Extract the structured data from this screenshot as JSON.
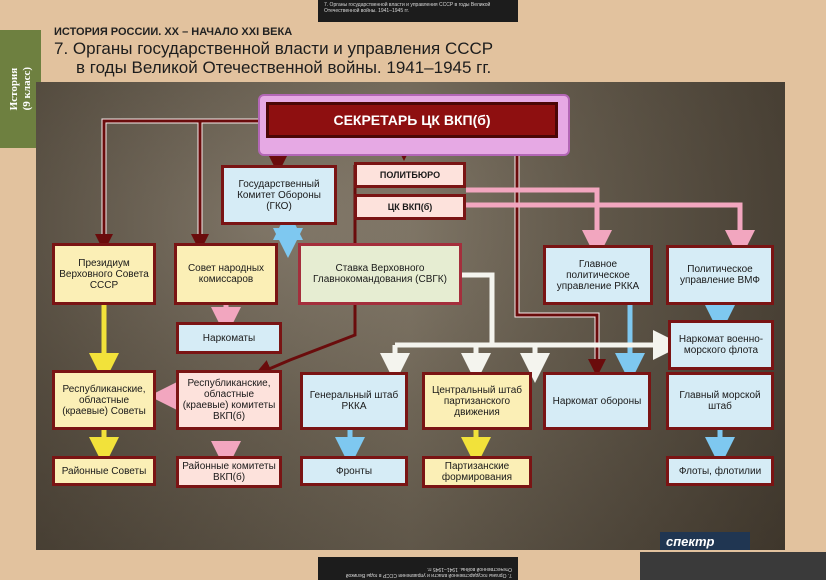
{
  "sidebar": {
    "line1": "История",
    "line2": "(9 класс)"
  },
  "header": {
    "supertitle": "ИСТОРИЯ РОССИИ. XX – НАЧАЛО XXI ВЕКА",
    "title_line1": "7. Органы государственной власти и управления СССР",
    "title_line2": "в годы Великой Отечественной войны. 1941–1945 гг."
  },
  "top_strip": {
    "text": "7. Органы государственной власти и управления СССР в годы Великой Отечественной войны. 1941–1945 гг."
  },
  "bottom_strip": {
    "text": "7. Органы государственной власти и управления СССР в годы Великой Отечественной войны. 1941–1945 гг."
  },
  "diagram": {
    "secretary": "СЕКРЕТАРЬ ЦК ВКП(б)",
    "politburo": "ПОЛИТБЮРО",
    "ck": "ЦК ВКП(б)",
    "gko": "Государственный Комитет Обороны (ГКО)",
    "presidium": "Президиум Верховного Совета СССР",
    "sovnarkom": "Совет народных комиссаров",
    "stavka": "Ставка Верховного Главнокомандования (СВГК)",
    "gpu_rkka": "Главное политическое управление РККА",
    "pu_vmf": "Политическое управление ВМФ",
    "narkomaty": "Наркоматы",
    "narkom_vmf": "Наркомат военно-морского флота",
    "resp_sovety": "Республиканские, областные (краевые) Советы",
    "resp_komitety": "Республиканские, областные (краевые) комитеты ВКП(б)",
    "genshtab": "Генеральный штаб РККА",
    "partizan_shtab": "Центральный штаб партизанского движения",
    "narkom_oborony": "Наркомат обороны",
    "morskoy_shtab": "Главный морской штаб",
    "rayon_sovety": "Районные Советы",
    "rayon_komitety": "Районные комитеты ВКП(б)",
    "fronty": "Фронты",
    "partizan_form": "Партизанские формирования",
    "floty": "Флоты, флотилии"
  },
  "footer": {
    "logo": "спектр"
  },
  "colors": {
    "frame": "#7a1414",
    "yellow_arrow": "#f2e23a",
    "blue_arrow": "#7ec8f0",
    "pink_arrow": "#f2a6bf",
    "white_arrow": "#f4f4ee",
    "secretary": "#8e0f10"
  }
}
